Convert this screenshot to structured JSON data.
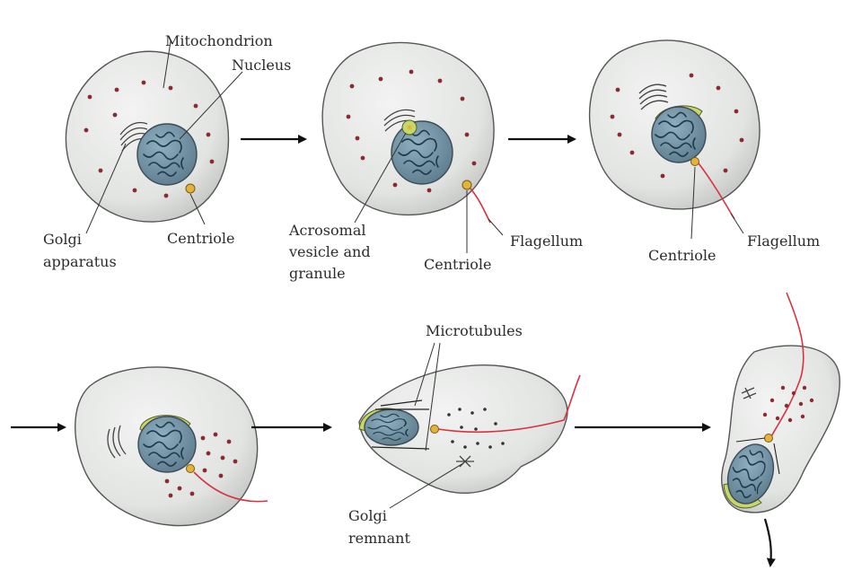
{
  "colors": {
    "cytoplasm": "#e6e8e6",
    "cytoplasm_shade": "#c8cbc8",
    "nucleus": "#6f8fa0",
    "mitochondria": "#8a2b32",
    "centriole": "#e3b43a",
    "acrosome": "#c6d66a",
    "flagellum": "#d8313f",
    "golgi": "#cfcfcf"
  },
  "labels": {
    "mitochondrion": "Mitochondrion",
    "nucleus": "Nucleus",
    "golgi_1": "Golgi",
    "golgi_2": "apparatus",
    "centriole_a": "Centriole",
    "acrosomal_1": "Acrosomal",
    "acrosomal_2": "vesicle and",
    "acrosomal_3": "granule",
    "flagellum_a": "Flagellum",
    "centriole_b": "Centriole",
    "centriole_c": "Centriole",
    "flagellum_b": "Flagellum",
    "microtubules": "Microtubules",
    "golgi_remnant_1": "Golgi",
    "golgi_remnant_2": "remnant"
  },
  "icons": [
    "process-arrow-icon",
    "downward-curved-arrow-icon"
  ]
}
